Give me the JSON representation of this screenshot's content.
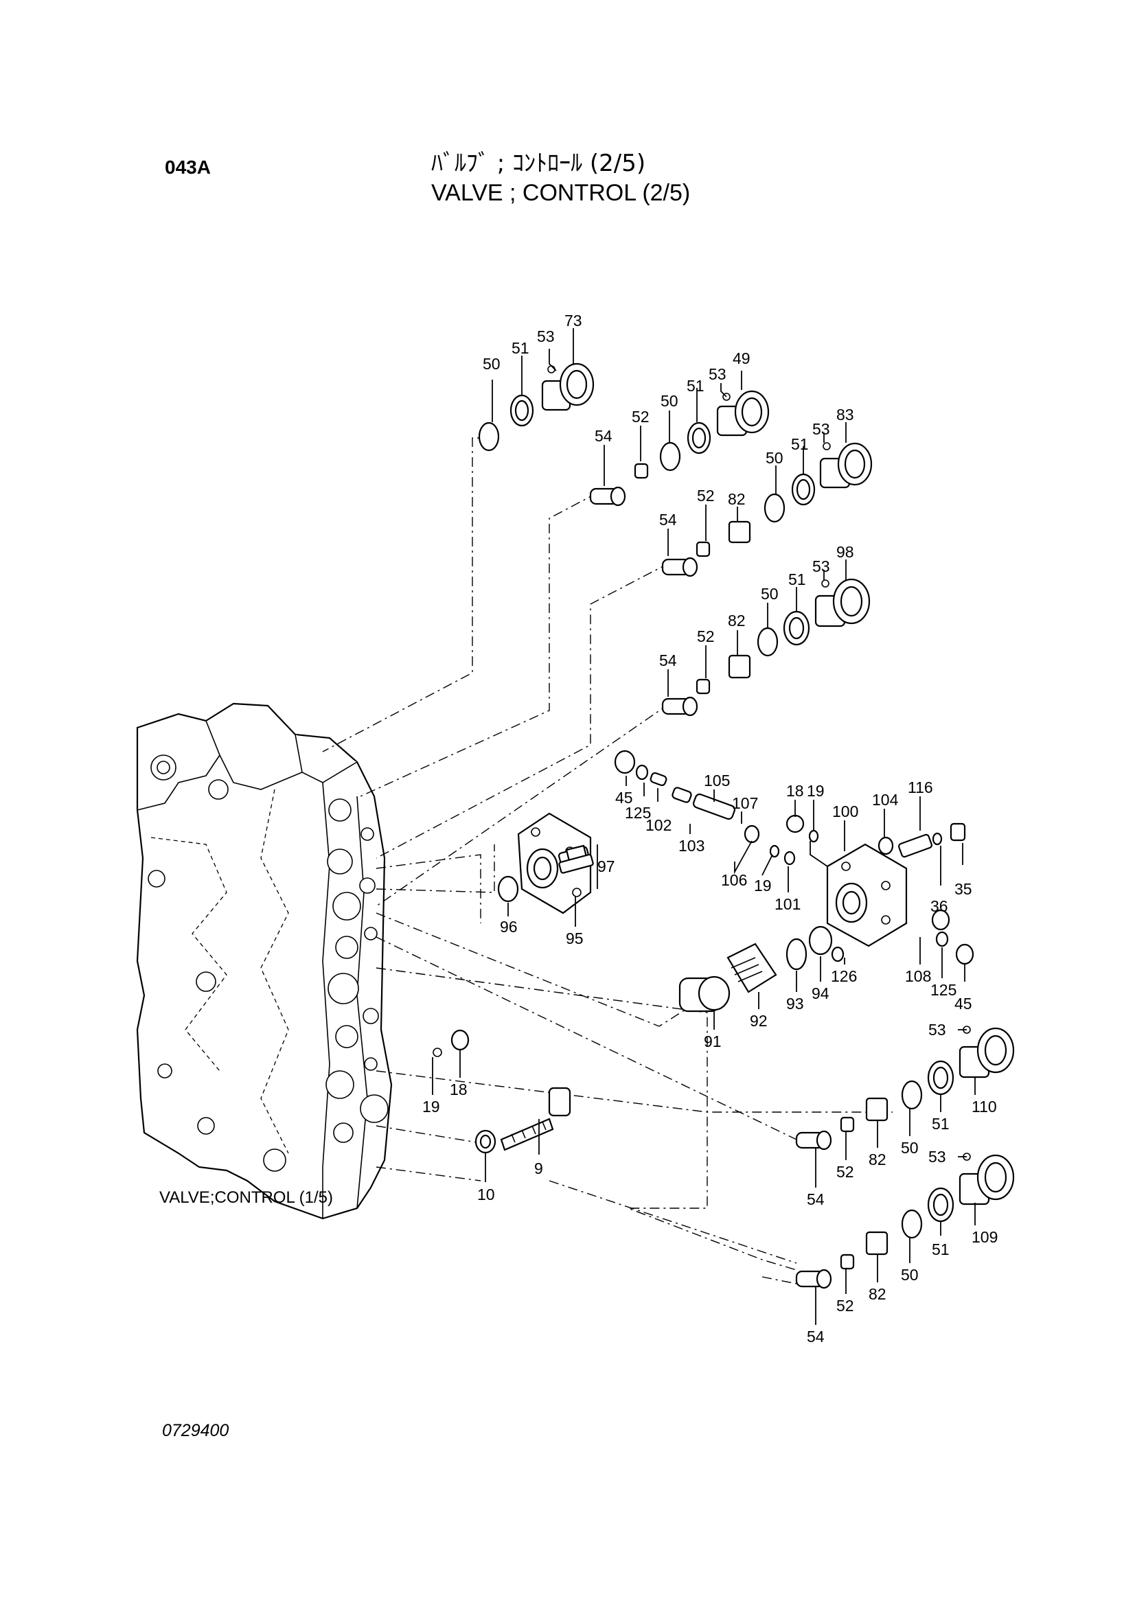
{
  "header": {
    "page_code": "043A",
    "title_jp": "ﾊﾞﾙﾌﾞ ; ｺﾝﾄﾛｰﾙ (2/5)",
    "title_en": "VALVE ; CONTROL (2/5)"
  },
  "footer": {
    "drawing_number": "0729400"
  },
  "reference_label": "VALVE;CONTROL (1/5)",
  "callouts": {
    "c73": "73",
    "c53a": "53",
    "c51a": "51",
    "c50a": "50",
    "c49": "49",
    "c53b": "53",
    "c51b": "51",
    "c50b": "50",
    "c52a": "52",
    "c54a": "54",
    "c83": "83",
    "c53c": "53",
    "c51c": "51",
    "c50c": "50",
    "c82a": "82",
    "c52b": "52",
    "c54b": "54",
    "c98": "98",
    "c53d": "53",
    "c51d": "51",
    "c50d": "50",
    "c82b": "82",
    "c52c": "52",
    "c54c": "54",
    "c45a": "45",
    "c125a": "125",
    "c102": "102",
    "c105": "105",
    "c103": "103",
    "c107": "107",
    "c106": "106",
    "c19a": "19",
    "c101": "101",
    "c18a": "18",
    "c19b": "19",
    "c100": "100",
    "c104": "104",
    "c116": "116",
    "c36": "36",
    "c35": "35",
    "c97": "97",
    "c96": "96",
    "c95": "95",
    "c126": "126",
    "c94": "94",
    "c93": "93",
    "c92": "92",
    "c91": "91",
    "c108": "108",
    "c125b": "125",
    "c45b": "45",
    "c53e": "53",
    "c110": "110",
    "c51e": "51",
    "c50e": "50",
    "c82c": "82",
    "c52d": "52",
    "c54d": "54",
    "c53f": "53",
    "c109": "109",
    "c51f": "51",
    "c50f": "50",
    "c82d": "82",
    "c52e": "52",
    "c54e": "54",
    "c18b": "18",
    "c19c": "19",
    "c9": "9",
    "c10": "10"
  }
}
